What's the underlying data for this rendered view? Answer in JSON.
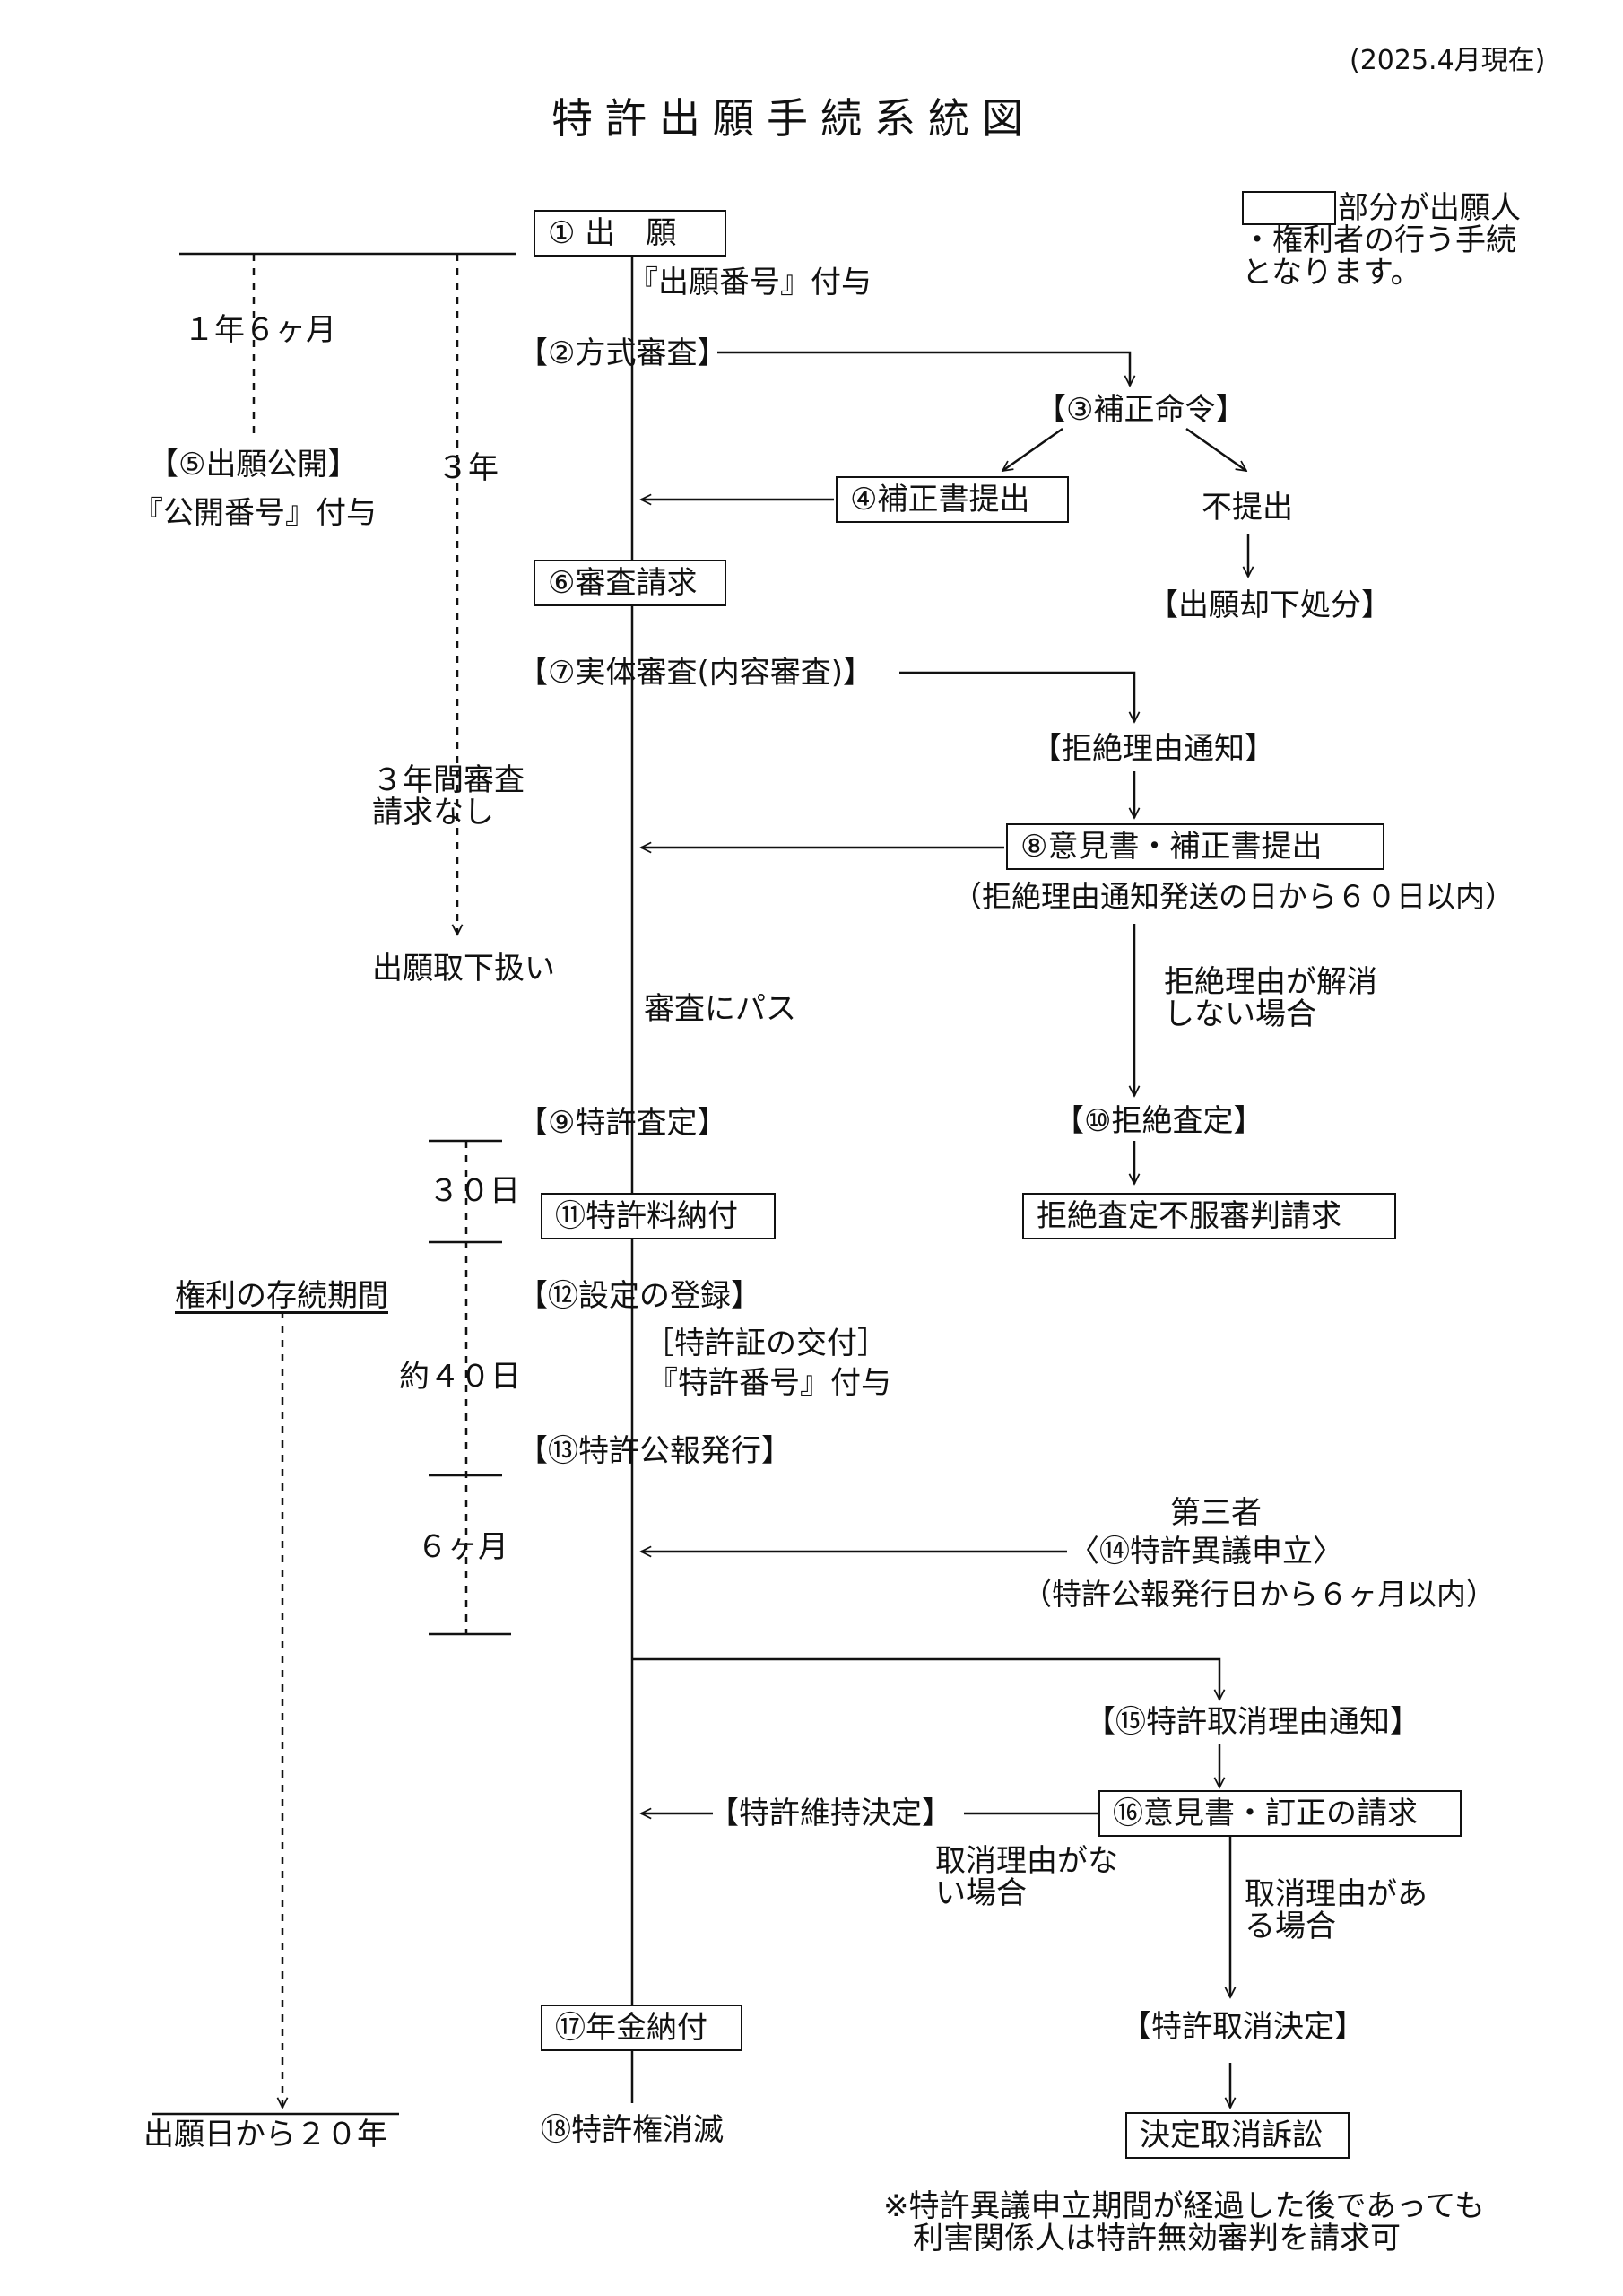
{
  "date_note": "(2025.4月現在)",
  "title": "特許出願手続系統図",
  "legend": [
    "部分が出願人",
    "・権利者の行う手続",
    "となります。"
  ],
  "steps": {
    "s1": "① 出　願",
    "s1_note": "『出願番号』付与",
    "s2": "【②方式審査】",
    "s3": "【③補正命令】",
    "s4": "④補正書提出",
    "s4b": "不提出",
    "s4c": "【出願却下処分】",
    "s5": "【⑤出願公開】",
    "s5_note": "『公開番号』付与",
    "p_18m": "１年６ヶ月",
    "p_3y": "３年",
    "s6": "⑥審査請求",
    "s7": "【⑦実体審査(内容審査)】",
    "s7b": "【拒絶理由通知】",
    "s8": "⑧意見書・補正書提出",
    "s8_note": "（拒絶理由通知発送の日から６０日以内）",
    "no_req_1": "３年間審査",
    "no_req_2": "請求なし",
    "withdraw": "出願取下扱い",
    "pass": "審査にパス",
    "unresolved_1": "拒絶理由が解消",
    "unresolved_2": "しない場合",
    "s9": "【⑨特許査定】",
    "s10": "【⑩拒絶査定】",
    "s10b": "拒絶査定不服審判請求",
    "p_30d": "３０日",
    "s11": "⑪特許料納付",
    "term": "権利の存続期間",
    "s12": "【⑫設定の登録】",
    "s12_n1": "［特許証の交付］",
    "s12_n2": "『特許番号』付与",
    "p_40d": "約４０日",
    "s13": "【⑬特許公報発行】",
    "third": "第三者",
    "s14": "〈⑭特許異議申立〉",
    "s14_note": "（特許公報発行日から６ヶ月以内）",
    "p_6m": "６ヶ月",
    "s15": "【⑮特許取消理由通知】",
    "s16": "⑯意見書・訂正の請求",
    "maintain": "【特許維持決定】",
    "no_reason_1": "取消理由がな",
    "no_reason_2": "い場合",
    "reason_1": "取消理由があ",
    "reason_2": "る場合",
    "s17": "⑰年金納付",
    "revoke": "【特許取消決定】",
    "s18": "⑱特許権消滅",
    "end20": "出願日から２０年",
    "lawsuit": "決定取消訴訟",
    "footnote_1": "※特許異議申立期間が経過した後であっても",
    "footnote_2": "利害関係人は特許無効審判を請求可"
  }
}
